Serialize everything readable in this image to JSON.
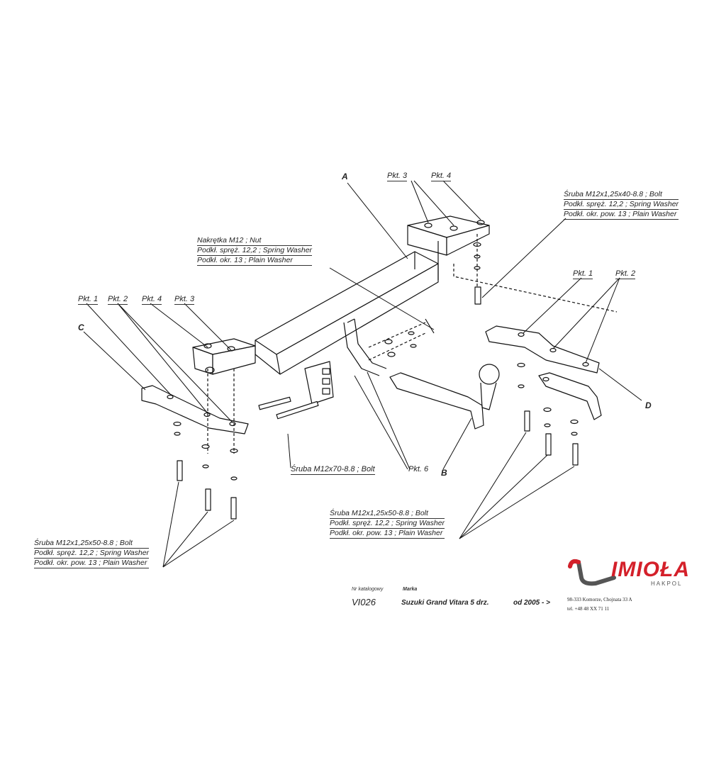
{
  "letters": {
    "a": "A",
    "b": "B",
    "c": "C",
    "d": "D"
  },
  "labels": {
    "pkt3_top": "Pkt. 3",
    "pkt4_top": "Pkt. 4",
    "pkt1_left": "Pkt. 1",
    "pkt2_left": "Pkt. 2",
    "pkt4_left": "Pkt. 4",
    "pkt3_left": "Pkt. 3",
    "pkt1_right": "Pkt. 1",
    "pkt2_right": "Pkt. 2",
    "pkt6": "Pkt. 6"
  },
  "nut_block": [
    "Nakrętka  M12 ;  Nut",
    "Podkł. spręż. 12,2 ;  Spring Washer",
    "Podkł. okr. 13 ;  Plain Washer"
  ],
  "bolt_top_right_block": [
    "Śruba M12x1,25x40-8.8 ;  Bolt",
    "Podkł. spręż. 12,2 ;  Spring Washer",
    "Podkł. okr. pow. 13 ;  Plain Washer"
  ],
  "bolt_center_label": "Śruba M12x70-8.8 ;  Bolt",
  "bolt_bottom_right_block": [
    "Śruba M12x1,25x50-8.8 ;  Bolt",
    "Podkł. spręż. 12,2 ;  Spring Washer",
    "Podkł. okr. pow. 13 ;  Plain Washer"
  ],
  "bolt_bottom_left_block": [
    "Śruba M12x1,25x50-8.8 ;  Bolt",
    "Podkł. spręż. 12,2 ;  Spring Washer",
    "Podkł. okr. pow. 13 ;  Plain Washer"
  ],
  "footer": {
    "catalog_small": "Nr katalogowy",
    "brand_small": "Marka",
    "code": "VI026",
    "model": "Suzuki Grand Vitara 5 drz.",
    "year": "od 2005 - >"
  },
  "logo": {
    "word": "IMIOŁA",
    "sub": "HAKPOL",
    "address": "98-333 Komorze, Chojnata 33 A",
    "phone": "tel. +48 48 XX 71 11",
    "color": "#d4202a"
  }
}
